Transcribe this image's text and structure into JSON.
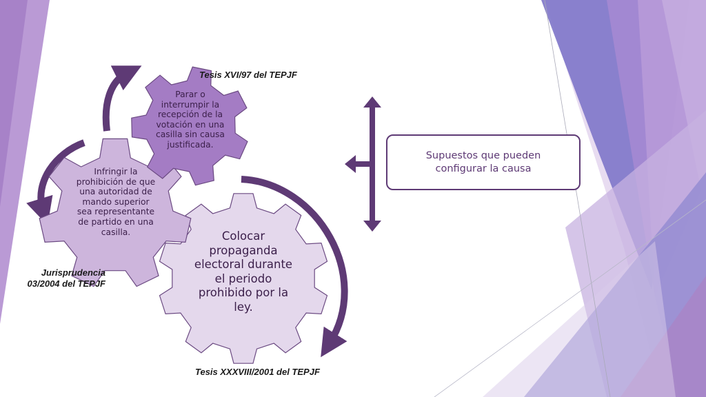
{
  "diagram": {
    "gears": [
      {
        "id": "large",
        "text": "Colocar propaganda electoral durante el periodo prohibido por la ley."
      },
      {
        "id": "left",
        "text": "Infringir la prohibición de que una autoridad de mando superior sea representante de partido en una casilla."
      },
      {
        "id": "top",
        "text": "Parar o interrumpir la recepción de la votación en una casilla sin causa justificada."
      }
    ],
    "captions": {
      "top": "Tesis XVI/97 del TEPJF",
      "bottom": "Tesis XXXVIII/2001 del TEPJF",
      "left": "Jurisprudencia 03/2004 del TEPJF"
    },
    "target": "Supuestos que pueden configurar la causa"
  },
  "colors": {
    "gear_large": "#e4d8ec",
    "gear_left": "#cdb5dc",
    "gear_top": "#a47cc4",
    "gear_outline": "#6b4a82",
    "arrow": "#5e3a75",
    "decor_violet": "#9c7fc8",
    "decor_blue": "#7272c4",
    "decor_light": "#e6d9ef"
  }
}
